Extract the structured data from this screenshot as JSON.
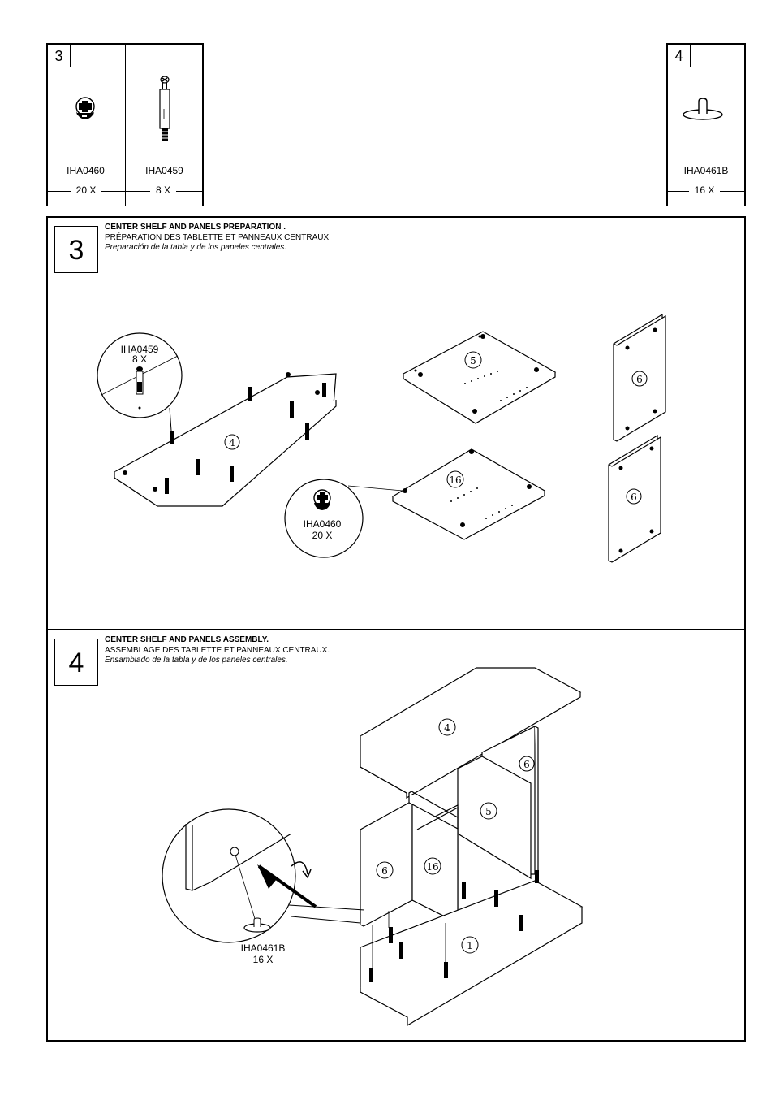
{
  "hardware_box_left": {
    "step": "3",
    "parts": [
      {
        "code": "IHA0460",
        "qty": "20 X",
        "icon": "cam-lock-icon"
      },
      {
        "code": "IHA0459",
        "qty": "8 X",
        "icon": "cam-bolt-icon"
      }
    ]
  },
  "hardware_box_right": {
    "step": "4",
    "parts": [
      {
        "code": "IHA0461B",
        "qty": "16 X",
        "icon": "shelf-support-icon"
      }
    ]
  },
  "step3": {
    "number": "3",
    "title_en": "CENTER SHELF AND PANELS PREPARATION .",
    "title_fr": "PRÉPARATION DES TABLETTE ET PANNEAUX CENTRAUX.",
    "title_es": "Preparación de la tabla y de los paneles centrales.",
    "callout_bolt": {
      "code": "IHA0459",
      "qty": "8 X"
    },
    "callout_cam": {
      "code": "IHA0460",
      "qty": "20 X"
    },
    "panel_labels": [
      "4",
      "5",
      "16",
      "6",
      "6"
    ]
  },
  "step4": {
    "number": "4",
    "title_en": "CENTER SHELF AND PANELS ASSEMBLY.",
    "title_fr": "ASSEMBLAGE DES TABLETTE ET PANNEAUX CENTRAUX.",
    "title_es": "Ensamblado de la tabla y de los paneles centrales.",
    "callout_support": {
      "code": "IHA0461B",
      "qty": "16 X"
    },
    "panel_labels": [
      "4",
      "6",
      "5",
      "6",
      "16",
      "1"
    ]
  }
}
